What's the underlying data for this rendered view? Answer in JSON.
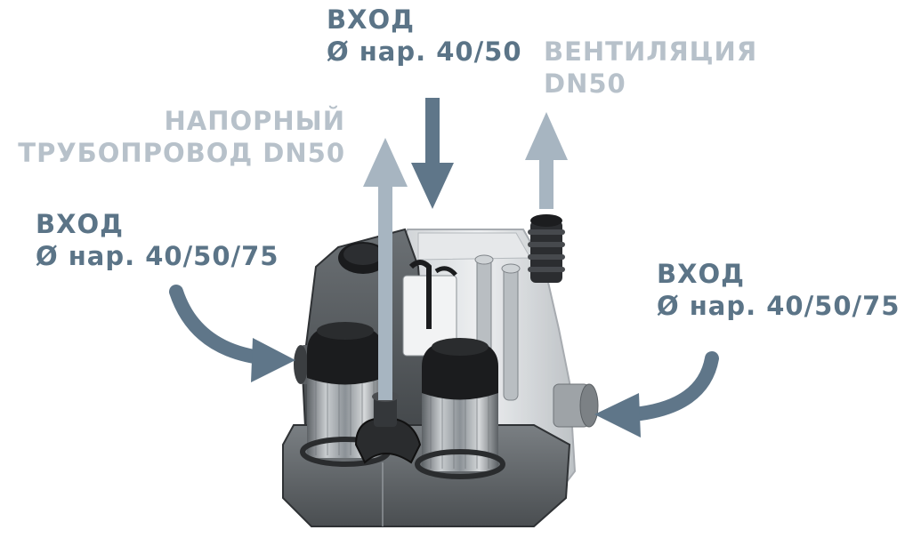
{
  "colors": {
    "dark_label": "#5b7487",
    "light_label": "#b7c1ca",
    "dark_arrow": "#5f7689",
    "light_arrow": "#a7b5c1",
    "unit_body": "#4b4f53",
    "unit_body_light": "#7d8185",
    "tank_glass": "#d9dcdf",
    "motor_black": "#1b1c1e",
    "motor_steel": "#9aa0a5"
  },
  "labels": {
    "top_inlet": {
      "line1": "ВХОД",
      "line2": "Ø нар. 40/50"
    },
    "ventilation": {
      "line1": "ВЕНТИЛЯЦИЯ",
      "line2": "DN50"
    },
    "pressure_pipe": {
      "line1": "НАПОРНЫЙ",
      "line2": "ТРУБОПРОВОД DN50"
    },
    "left_inlet": {
      "line1": "ВХОД",
      "line2": "Ø нар. 40/50/75"
    },
    "right_inlet": {
      "line1": "ВХОД",
      "line2": "Ø нар. 40/50/75"
    }
  },
  "icons": {
    "arrows": [
      "arrow-down-icon",
      "arrow-up-icon",
      "curved-arrow-icon"
    ],
    "product": "pump-station-illustration"
  }
}
